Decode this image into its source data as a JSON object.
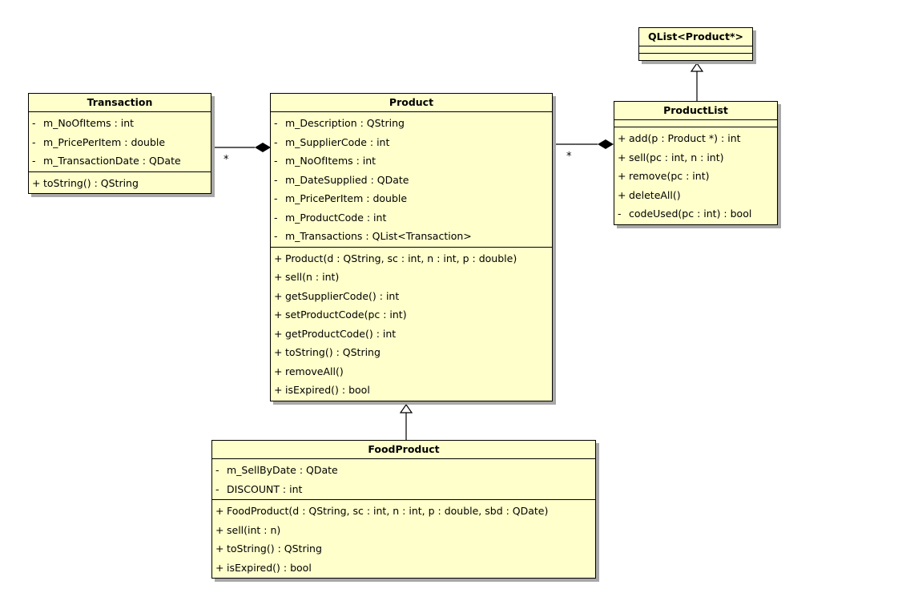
{
  "classes": {
    "qlist": {
      "name": "QList<Product*>",
      "attributes": [],
      "operations": []
    },
    "transaction": {
      "name": "Transaction",
      "attributes": [
        {
          "vis": "-",
          "text": "m_NoOfItems : int"
        },
        {
          "vis": "-",
          "text": "m_PricePerItem : double"
        },
        {
          "vis": "-",
          "text": "m_TransactionDate : QDate"
        }
      ],
      "operations": [
        {
          "vis": "+",
          "text": "toString() : QString"
        }
      ]
    },
    "product": {
      "name": "Product",
      "attributes": [
        {
          "vis": "-",
          "text": "m_Description : QString"
        },
        {
          "vis": "-",
          "text": "m_SupplierCode : int"
        },
        {
          "vis": "-",
          "text": "m_NoOfItems : int"
        },
        {
          "vis": "-",
          "text": "m_DateSupplied : QDate"
        },
        {
          "vis": "-",
          "text": "m_PricePerItem : double"
        },
        {
          "vis": "-",
          "text": "m_ProductCode : int"
        },
        {
          "vis": "-",
          "text": "m_Transactions : QList<Transaction>"
        }
      ],
      "operations": [
        {
          "vis": "+",
          "text": "Product(d : QString, sc : int, n : int, p : double)"
        },
        {
          "vis": "+",
          "text": "sell(n : int)"
        },
        {
          "vis": "+",
          "text": "getSupplierCode() : int"
        },
        {
          "vis": "+",
          "text": "setProductCode(pc : int)"
        },
        {
          "vis": "+",
          "text": "getProductCode() : int"
        },
        {
          "vis": "+",
          "text": "toString() : QString"
        },
        {
          "vis": "+",
          "text": "removeAll()"
        },
        {
          "vis": "+",
          "text": "isExpired() : bool"
        }
      ]
    },
    "productlist": {
      "name": "ProductList",
      "attributes": [],
      "operations": [
        {
          "vis": "+",
          "text": "add(p : Product *) : int"
        },
        {
          "vis": "+",
          "text": "sell(pc : int, n : int)"
        },
        {
          "vis": "+",
          "text": "remove(pc : int)"
        },
        {
          "vis": "+",
          "text": "deleteAll()"
        },
        {
          "vis": "-",
          "text": "codeUsed(pc : int) : bool"
        }
      ]
    },
    "foodproduct": {
      "name": "FoodProduct",
      "attributes": [
        {
          "vis": "-",
          "text": "m_SellByDate : QDate"
        },
        {
          "vis": "-",
          "text": "DISCOUNT : int"
        }
      ],
      "operations": [
        {
          "vis": "+",
          "text": "FoodProduct(d : QString, sc : int, n : int, p : double, sbd : QDate)"
        },
        {
          "vis": "+",
          "text": "sell(int : n)"
        },
        {
          "vis": "+",
          "text": "toString() : QString"
        },
        {
          "vis": "+",
          "text": "isExpired() : bool"
        }
      ]
    }
  },
  "relations": {
    "transaction_product_multiplicity": "*",
    "product_productlist_multiplicity": "*"
  }
}
